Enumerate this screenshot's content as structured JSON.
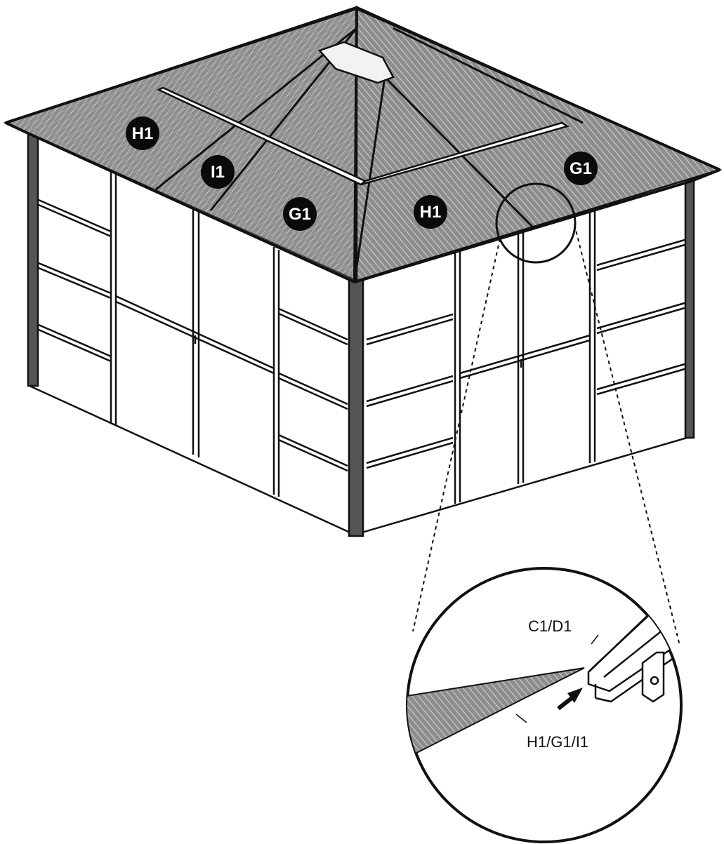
{
  "colors": {
    "ink": "#111111",
    "roof_fill": "#8a8a8a",
    "panel_fill": "#ffffff",
    "frame_dark": "#3a3a3a",
    "badge_fill": "#0a0a0a",
    "badge_text": "#ffffff"
  },
  "roof_labels": [
    {
      "id": "h1-left",
      "text": "H1"
    },
    {
      "id": "i1",
      "text": "I1"
    },
    {
      "id": "g1-front",
      "text": "G1"
    },
    {
      "id": "h1-front",
      "text": "H1"
    },
    {
      "id": "g1-right",
      "text": "G1"
    }
  ],
  "detail": {
    "frame_label": "C1/D1",
    "panel_label": "H1/G1/I1",
    "arrow_icon": "insert-arrow-icon"
  }
}
